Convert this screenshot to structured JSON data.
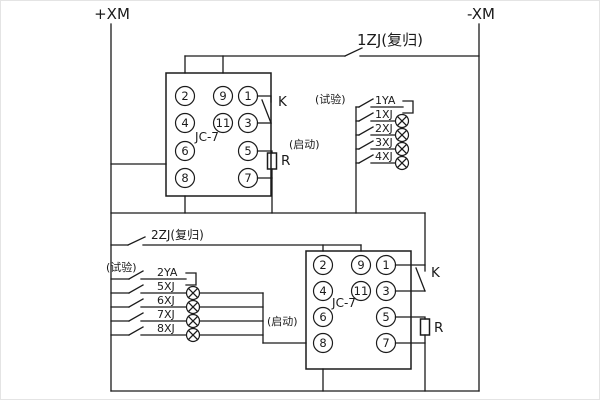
{
  "page": {
    "background": "#ffffff",
    "line_color": "#1b1b1b"
  },
  "rails": {
    "positive_label": "+XM",
    "negative_label": "-XM"
  },
  "relays": [
    {
      "model": "JC-7",
      "reset_wire_label": "1ZJ(复归)",
      "contact_label": "K",
      "resistor_label": "R",
      "terminals": [
        {
          "n": "2",
          "col": 0,
          "row": 0
        },
        {
          "n": "9",
          "col": 1,
          "row": 0
        },
        {
          "n": "1",
          "col": 2,
          "row": 0
        },
        {
          "n": "4",
          "col": 0,
          "row": 1
        },
        {
          "n": "11",
          "col": 1,
          "row": 1
        },
        {
          "n": "3",
          "col": 2,
          "row": 1
        },
        {
          "n": "6",
          "col": 0,
          "row": 2
        },
        {
          "n": "5",
          "col": 2,
          "row": 2
        },
        {
          "n": "8",
          "col": 0,
          "row": 3
        },
        {
          "n": "7",
          "col": 2,
          "row": 3
        }
      ]
    },
    {
      "model": "JC-7",
      "reset_wire_label": "2ZJ(复归)",
      "contact_label": "K",
      "resistor_label": "R",
      "terminals": [
        {
          "n": "2",
          "col": 0,
          "row": 0
        },
        {
          "n": "9",
          "col": 1,
          "row": 0
        },
        {
          "n": "1",
          "col": 2,
          "row": 0
        },
        {
          "n": "4",
          "col": 0,
          "row": 1
        },
        {
          "n": "11",
          "col": 1,
          "row": 1
        },
        {
          "n": "3",
          "col": 2,
          "row": 1
        },
        {
          "n": "6",
          "col": 0,
          "row": 2
        },
        {
          "n": "5",
          "col": 2,
          "row": 2
        },
        {
          "n": "8",
          "col": 0,
          "row": 3
        },
        {
          "n": "7",
          "col": 2,
          "row": 3
        }
      ]
    }
  ],
  "switch_groups": [
    {
      "test_label": "(试验)",
      "start_label": "(启动)",
      "rows": [
        {
          "label": "1YA",
          "type": "plug"
        },
        {
          "label": "1XJ",
          "type": "lamp"
        },
        {
          "label": "2XJ",
          "type": "lamp"
        },
        {
          "label": "3XJ",
          "type": "lamp"
        },
        {
          "label": "4XJ",
          "type": "lamp"
        }
      ]
    },
    {
      "test_label": "(试验)",
      "start_label": "(启动)",
      "rows": [
        {
          "label": "2YA",
          "type": "plug"
        },
        {
          "label": "5XJ",
          "type": "lamp"
        },
        {
          "label": "6XJ",
          "type": "lamp"
        },
        {
          "label": "7XJ",
          "type": "lamp"
        },
        {
          "label": "8XJ",
          "type": "lamp"
        }
      ]
    }
  ]
}
